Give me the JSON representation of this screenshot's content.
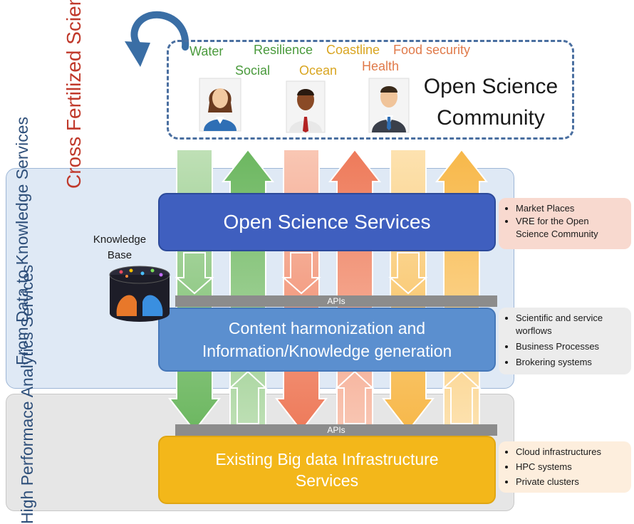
{
  "cross_label": "Cross Fertilized Science",
  "layer_labels": {
    "data_to_knowledge": "From Data to Knowledge Services",
    "hpa": "High Performace Analytics Services"
  },
  "topics": {
    "water": "Water",
    "resilience": "Resilience",
    "coastline": "Coastline",
    "food_security": "Food security",
    "social": "Social",
    "ocean": "Ocean",
    "health": "Health"
  },
  "community_label": "Open Science Community",
  "knowledge_base": "Knowledge Base",
  "services": {
    "open_science": "Open Science Services",
    "content_harmonization": "Content harmonization and Information/Knowledge generation",
    "big_data": "Existing Big data Infrastructure Services"
  },
  "apis_label": "APIs",
  "side_items": {
    "open_science": [
      "Market Places",
      "VRE for the Open Science Community"
    ],
    "content": [
      "Scientific and service worflows",
      "Business Processes",
      "Brokering systems"
    ],
    "infra": [
      "Cloud infrastructures",
      "HPC systems",
      "Private clusters"
    ]
  },
  "colors": {
    "green": "#7dc173",
    "salmon": "#f08a6e",
    "yellow": "#f9c46a",
    "title_red": "#c0392b",
    "label_blue": "#2e4f7a"
  }
}
